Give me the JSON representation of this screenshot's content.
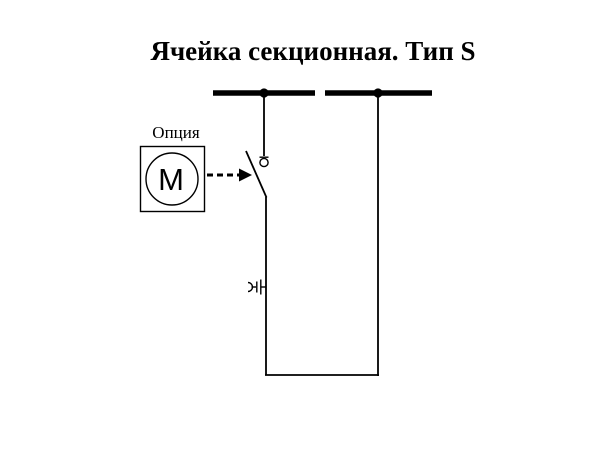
{
  "title": "Ячейка секционная. Тип S",
  "labels": {
    "option": "Опция",
    "motor": "M"
  },
  "colors": {
    "line": "#000000",
    "text": "#000000",
    "background": "#ffffff"
  },
  "icons": {
    "busbar-symbol": "thick horizontal bar with filled junction dot",
    "motor-symbol": "square box containing circle with letter M (motor drive option)",
    "dashed-arrow-icon": "horizontal dashed arrow pointing right at switch blade",
    "disconnector-switch-symbol": "open knife switch with small fixed-contact ring",
    "capacitive-voltage-tap-symbol": "left-open arc with capacitor plates tapping the conductor"
  }
}
